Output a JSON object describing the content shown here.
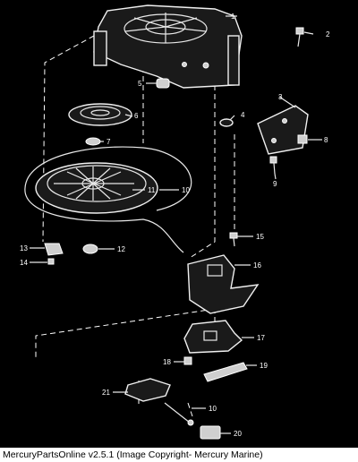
{
  "parts": [
    {
      "num": "1"
    },
    {
      "num": "2"
    },
    {
      "num": "3"
    },
    {
      "num": "4"
    },
    {
      "num": "5"
    },
    {
      "num": "6"
    },
    {
      "num": "7"
    },
    {
      "num": "8"
    },
    {
      "num": "9"
    },
    {
      "num": "10"
    },
    {
      "num": "11"
    },
    {
      "num": "12"
    },
    {
      "num": "13"
    },
    {
      "num": "14"
    },
    {
      "num": "15"
    },
    {
      "num": "16"
    },
    {
      "num": "17"
    },
    {
      "num": "18"
    },
    {
      "num": "19"
    },
    {
      "num": "20"
    },
    {
      "num": "21"
    },
    {
      "num": "10"
    }
  ],
  "caption": "MercuryPartsOnline v2.5.1 (Image Copyright- Mercury Marine)"
}
